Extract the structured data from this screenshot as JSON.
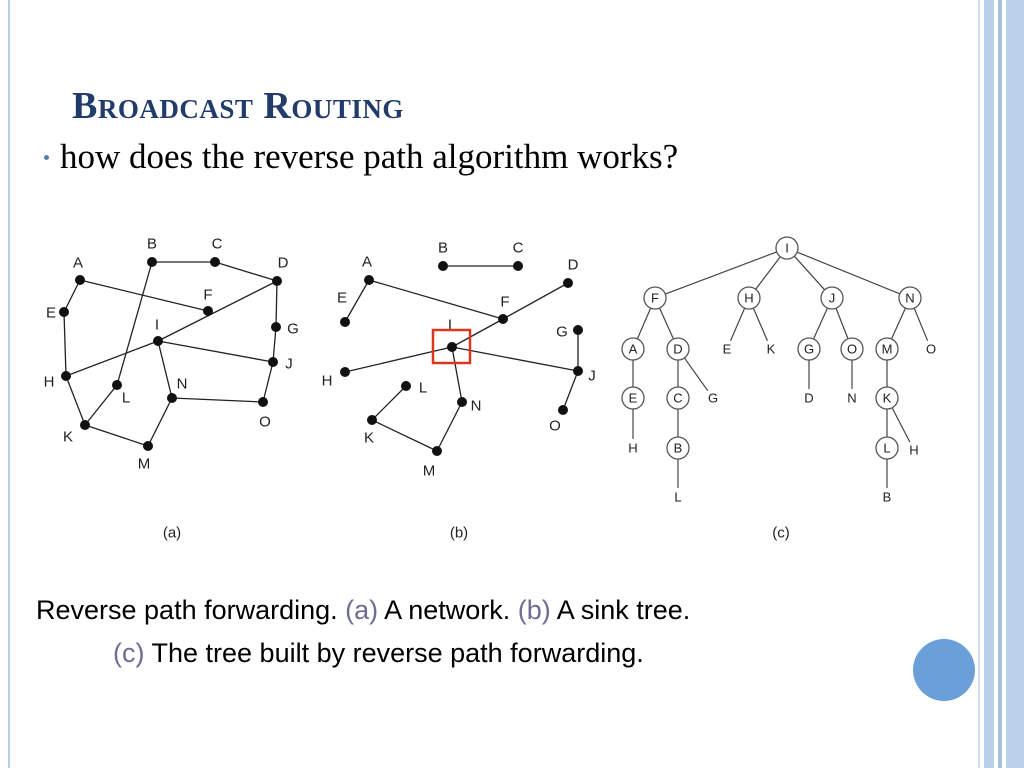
{
  "slide": {
    "title_first": "B",
    "title_first_rest": "ROADCAST",
    "title_second": "R",
    "title_second_rest": "OUTING",
    "bullet": "how does the reverse path algorithm works?",
    "caption_line1": {
      "t1": "Reverse path forwarding. ",
      "m1": "(a)",
      "t2": " A network. ",
      "m2": "(b)",
      "t3": " A sink tree."
    },
    "caption_line2": {
      "m3": "(c)",
      "t4": " The tree built by reverse path forwarding."
    }
  },
  "panels": {
    "a": {
      "label": "(a)",
      "nodes": [
        {
          "id": "A",
          "label": "A"
        },
        {
          "id": "B",
          "label": "B"
        },
        {
          "id": "C",
          "label": "C"
        },
        {
          "id": "D",
          "label": "D"
        },
        {
          "id": "E",
          "label": "E"
        },
        {
          "id": "F",
          "label": "F"
        },
        {
          "id": "G",
          "label": "G"
        },
        {
          "id": "H",
          "label": "H"
        },
        {
          "id": "I",
          "label": "I"
        },
        {
          "id": "J",
          "label": "J"
        },
        {
          "id": "K",
          "label": "K"
        },
        {
          "id": "L",
          "label": "L"
        },
        {
          "id": "M",
          "label": "M"
        },
        {
          "id": "N",
          "label": "N"
        },
        {
          "id": "O",
          "label": "O"
        }
      ],
      "edges": [
        [
          "A",
          "F"
        ],
        [
          "A",
          "E"
        ],
        [
          "E",
          "H"
        ],
        [
          "H",
          "K"
        ],
        [
          "K",
          "M"
        ],
        [
          "M",
          "N"
        ],
        [
          "N",
          "I"
        ],
        [
          "N",
          "O"
        ],
        [
          "O",
          "J"
        ],
        [
          "J",
          "I"
        ],
        [
          "J",
          "G"
        ],
        [
          "G",
          "D"
        ],
        [
          "D",
          "C"
        ],
        [
          "C",
          "B"
        ],
        [
          "B",
          "L"
        ],
        [
          "L",
          "K"
        ],
        [
          "D",
          "I"
        ],
        [
          "I",
          "H"
        ]
      ]
    },
    "b": {
      "label": "(b)",
      "nodes": [
        {
          "id": "A",
          "label": "A"
        },
        {
          "id": "B",
          "label": "B"
        },
        {
          "id": "C",
          "label": "C"
        },
        {
          "id": "D",
          "label": "D"
        },
        {
          "id": "E",
          "label": "E"
        },
        {
          "id": "F",
          "label": "F"
        },
        {
          "id": "G",
          "label": "G"
        },
        {
          "id": "H",
          "label": "H"
        },
        {
          "id": "I",
          "label": "I"
        },
        {
          "id": "J",
          "label": "J"
        },
        {
          "id": "K",
          "label": "K"
        },
        {
          "id": "L",
          "label": "L"
        },
        {
          "id": "M",
          "label": "M"
        },
        {
          "id": "N",
          "label": "N"
        },
        {
          "id": "O",
          "label": "O"
        }
      ],
      "edges": [
        [
          "A",
          "F"
        ],
        [
          "A",
          "E"
        ],
        [
          "B",
          "C"
        ],
        [
          "D",
          "F"
        ],
        [
          "F",
          "I"
        ],
        [
          "I",
          "H"
        ],
        [
          "I",
          "J"
        ],
        [
          "I",
          "N"
        ],
        [
          "N",
          "M"
        ],
        [
          "M",
          "K"
        ],
        [
          "K",
          "L"
        ],
        [
          "G",
          "J"
        ],
        [
          "J",
          "O"
        ]
      ],
      "highlight": "I"
    },
    "c": {
      "label": "(c)",
      "root": "I",
      "level1": [
        "F",
        "H",
        "J",
        "N"
      ],
      "nodes": [
        {
          "id": "I",
          "label": "I",
          "circled": true
        },
        {
          "id": "F",
          "label": "F",
          "circled": true
        },
        {
          "id": "H",
          "label": "H",
          "circled": true
        },
        {
          "id": "J",
          "label": "J",
          "circled": true
        },
        {
          "id": "N",
          "label": "N",
          "circled": true
        },
        {
          "id": "A1",
          "label": "A",
          "circled": true
        },
        {
          "id": "D1",
          "label": "D",
          "circled": true
        },
        {
          "id": "E1",
          "label": "E",
          "circled": false
        },
        {
          "id": "K1",
          "label": "K",
          "circled": false
        },
        {
          "id": "G1",
          "label": "G",
          "circled": true
        },
        {
          "id": "O1",
          "label": "O",
          "circled": true
        },
        {
          "id": "M1",
          "label": "M",
          "circled": true
        },
        {
          "id": "O2",
          "label": "O",
          "circled": false
        },
        {
          "id": "E2",
          "label": "E",
          "circled": true
        },
        {
          "id": "C2",
          "label": "C",
          "circled": true
        },
        {
          "id": "G2",
          "label": "G",
          "circled": false
        },
        {
          "id": "D2",
          "label": "D",
          "circled": false
        },
        {
          "id": "N2",
          "label": "N",
          "circled": false
        },
        {
          "id": "K2",
          "label": "K",
          "circled": true
        },
        {
          "id": "H3",
          "label": "H",
          "circled": false
        },
        {
          "id": "B3",
          "label": "B",
          "circled": true
        },
        {
          "id": "L3",
          "label": "L",
          "circled": true
        },
        {
          "id": "H4",
          "label": "H",
          "circled": false
        },
        {
          "id": "L4",
          "label": "L",
          "circled": false
        },
        {
          "id": "B4",
          "label": "B",
          "circled": false
        }
      ],
      "edges": [
        [
          "I",
          "F"
        ],
        [
          "I",
          "H"
        ],
        [
          "I",
          "J"
        ],
        [
          "I",
          "N"
        ],
        [
          "F",
          "A1"
        ],
        [
          "F",
          "D1"
        ],
        [
          "H",
          "E1"
        ],
        [
          "H",
          "K1"
        ],
        [
          "J",
          "G1"
        ],
        [
          "J",
          "O1"
        ],
        [
          "N",
          "M1"
        ],
        [
          "N",
          "O2"
        ],
        [
          "A1",
          "E2"
        ],
        [
          "D1",
          "C2"
        ],
        [
          "D1",
          "G2"
        ],
        [
          "G1",
          "D2"
        ],
        [
          "O1",
          "N2"
        ],
        [
          "M1",
          "K2"
        ],
        [
          "E2",
          "H3"
        ],
        [
          "C2",
          "B3"
        ],
        [
          "K2",
          "L3"
        ],
        [
          "K2",
          "H4"
        ],
        [
          "B3",
          "L4"
        ],
        [
          "L3",
          "B4"
        ]
      ]
    }
  },
  "colors": {
    "title": "#213b6b",
    "highlight": "#d9381e",
    "accent_circle": "#6a9fd8",
    "caption_mark": "#6d6d93"
  }
}
